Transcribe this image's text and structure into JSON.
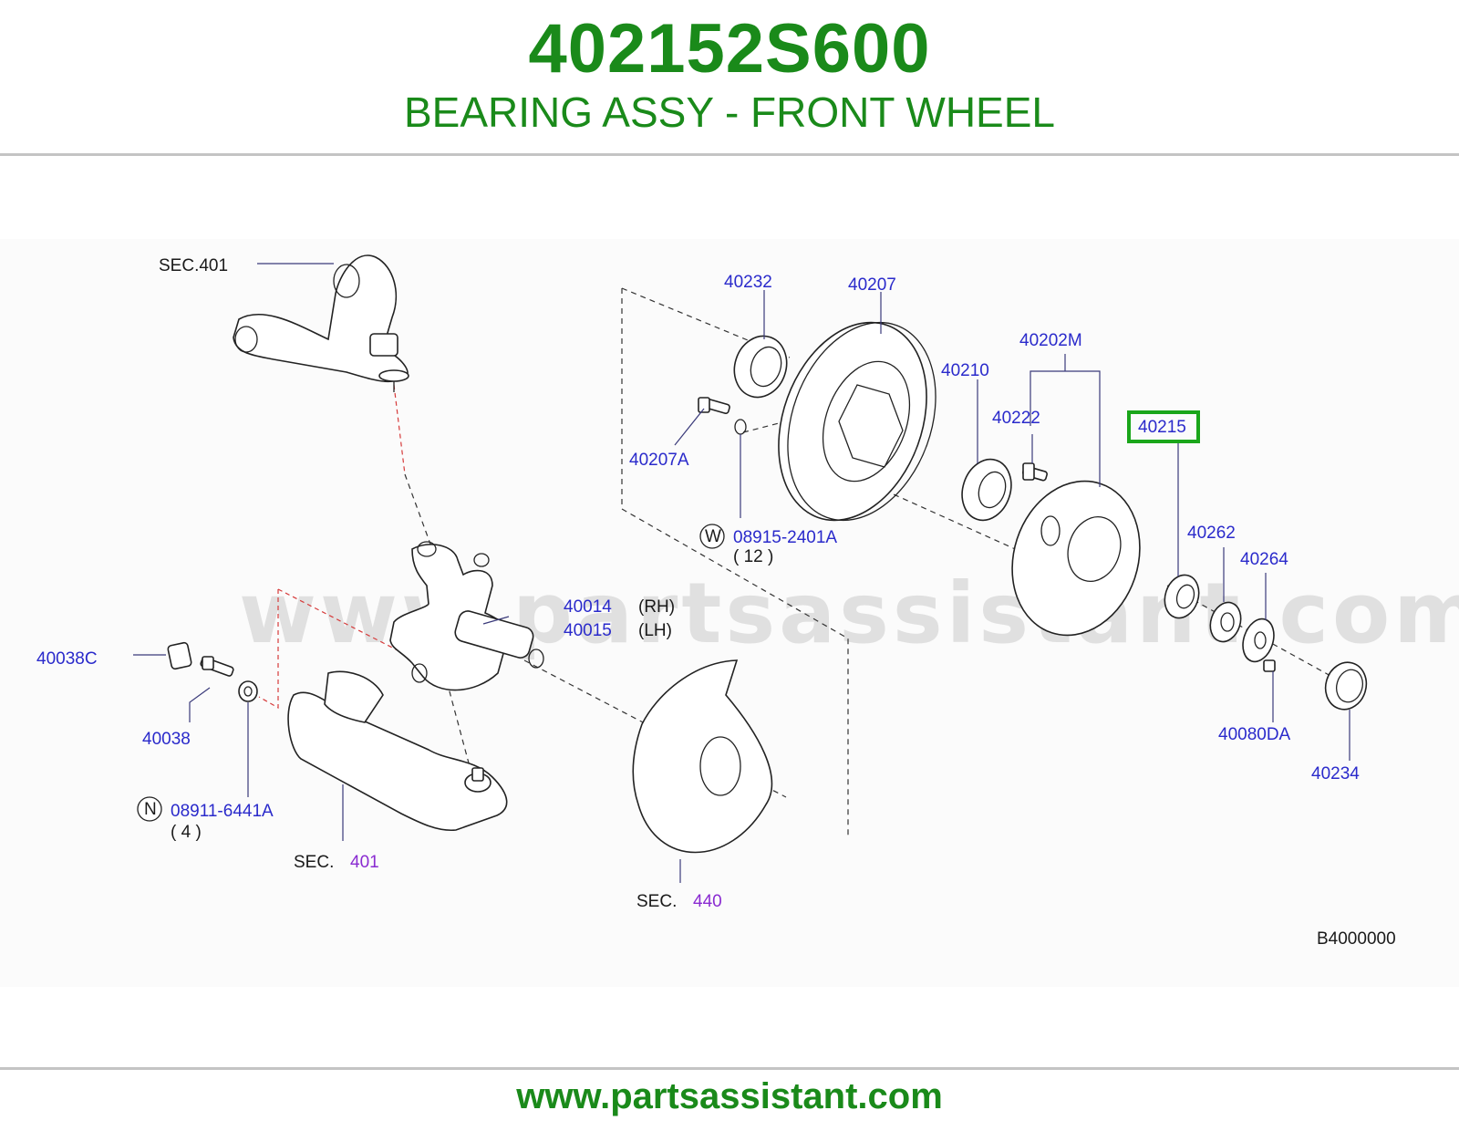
{
  "header": {
    "part_number": "402152S600",
    "part_name": "BEARING ASSY - FRONT WHEEL"
  },
  "footer": {
    "url": "www.partsassistant.com"
  },
  "watermark": "www.partsassistant.com",
  "diagram": {
    "code": "B4000000",
    "highlight_color": "#1aa61a",
    "highlighted_label": "40215",
    "labels": {
      "sec401_top": "SEC.401",
      "p40232": "40232",
      "p40207": "40207",
      "p40210": "40210",
      "p40202m": "40202M",
      "p40222": "40222",
      "p40215": "40215",
      "p40207a": "40207A",
      "p08915": "08915-2401A",
      "p08915_qty": "( 12 )",
      "circle_w": "W",
      "p40014": "40014",
      "rh": "(RH)",
      "p40015": "40015",
      "lh": "(LH)",
      "p40262": "40262",
      "p40264": "40264",
      "p40038c": "40038C",
      "p40038": "40038",
      "circle_n": "N",
      "p08911": "08911-6441A",
      "p08911_qty": "( 4 )",
      "sec_bottom_a": "SEC.",
      "sec_bottom_a_num": "401",
      "sec_bottom_b": "SEC.",
      "sec_bottom_b_num": "440",
      "p40080da": "40080DA",
      "p40234": "40234"
    }
  }
}
